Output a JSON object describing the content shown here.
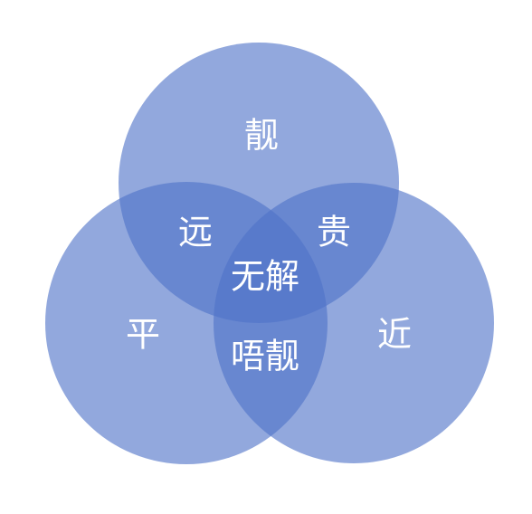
{
  "venn": {
    "colors": {
      "circle_fill": "#4f72c8",
      "label_text": "#ffffff"
    },
    "regions": {
      "top_only": "靓",
      "left_only": "平",
      "right_only": "近",
      "top_left": "远",
      "top_right": "贵",
      "left_right": "唔靓",
      "center": "无解"
    }
  }
}
